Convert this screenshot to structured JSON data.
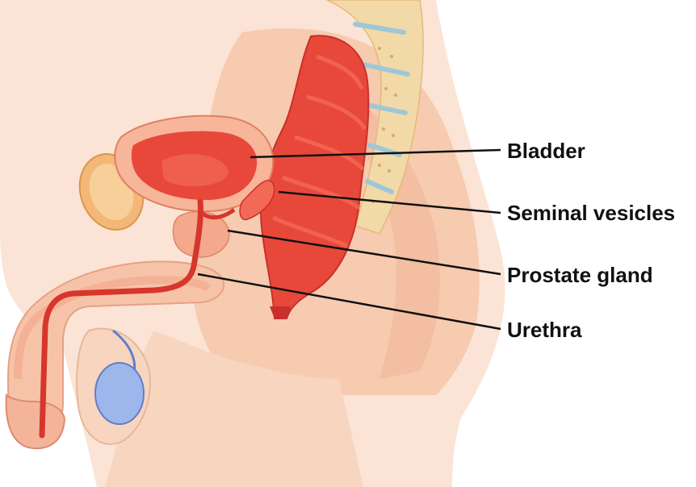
{
  "labels": {
    "bladder": "Bladder",
    "seminal_vesicles": "Seminal vesicles",
    "prostate_gland": "Prostate gland",
    "urethra": "Urethra"
  },
  "colors": {
    "skin_light": "#fbe4d6",
    "skin": "#f6cbb0",
    "skin_shadow": "#f1b596",
    "organ_red": "#e8483a",
    "organ_dark": "#c9302c",
    "organ_light": "#f26a55",
    "bladder_wall": "#f7b59a",
    "prostate": "#f4a88c",
    "pubic_bone": "#f3b877",
    "spine_bone": "#f2d9a8",
    "testis_blue": "#9db7ea",
    "testis_outline": "#5e7fc7",
    "leader_line": "#111111"
  }
}
